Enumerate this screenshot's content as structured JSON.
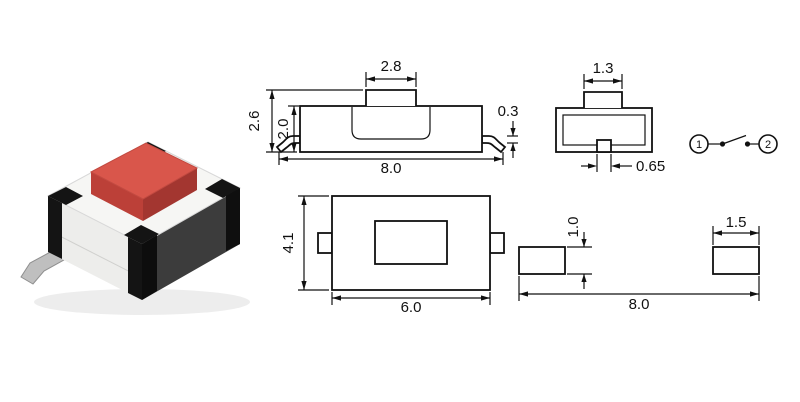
{
  "front_view": {
    "stem_width": "2.8",
    "overall_height": "2.6",
    "body_height": "2.0",
    "lead_thickness": "0.3",
    "overall_width": "8.0"
  },
  "top_view": {
    "body_depth": "4.1",
    "body_width": "6.0"
  },
  "side_view": {
    "stem_width": "1.3",
    "foot_offset": "0.65"
  },
  "schematic": {
    "pin_left": "1",
    "pin_right": "2"
  },
  "land_pattern": {
    "pad_height": "1.0",
    "pad_width": "1.5",
    "pad_span": "8.0"
  },
  "colors": {
    "ink": "#111111",
    "button_top": "#d9564b",
    "button_front": "#bc4038",
    "button_side": "#a33630",
    "body_top": "#f6f6f4",
    "body_front": "#ededeb",
    "body_side": "#3c3c3c",
    "bumper": "#141414",
    "terminal": "#bfbfbf"
  }
}
